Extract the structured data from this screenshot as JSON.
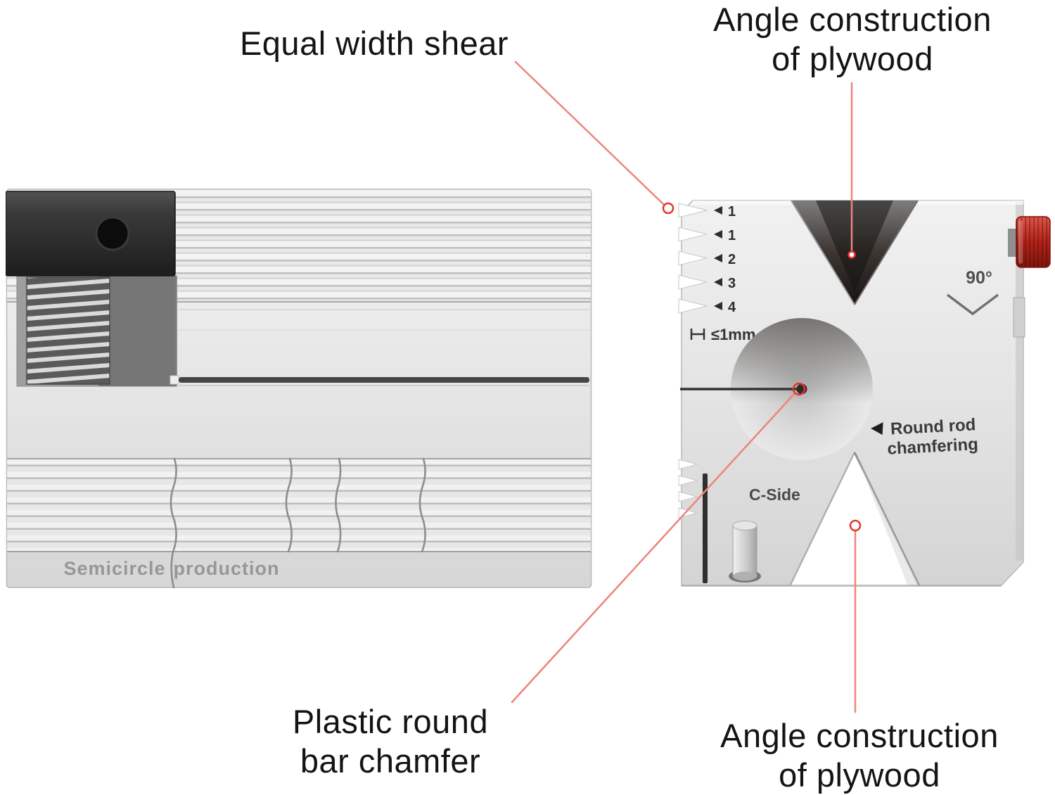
{
  "callouts": {
    "equal_width_shear": "Equal width shear",
    "angle_top": {
      "line1": "Angle construction",
      "line2": "of plywood"
    },
    "plastic_round": {
      "line1": "Plastic round",
      "line2": "bar chamfer"
    },
    "angle_bottom": {
      "line1": "Angle construction",
      "line2": "of plywood"
    }
  },
  "left_tool": {
    "engraving_left": "Semicircle",
    "engraving_right": "production"
  },
  "right_tool": {
    "angle_label": "90°",
    "marks": [
      "1",
      "1",
      "2",
      "3",
      "4"
    ],
    "depth_label": "≤1mm",
    "round_rod_line1": "Round rod",
    "round_rod_line2": "chamfering",
    "side_label": "C-Side"
  },
  "colors": {
    "callout_line": "#ee847b",
    "marker_red": "#e4352a",
    "knob_red": "#c92f22",
    "tool_silver": "#e5e5e5",
    "clamp_black": "#2b2b2b",
    "engraving_gray": "#979797"
  }
}
